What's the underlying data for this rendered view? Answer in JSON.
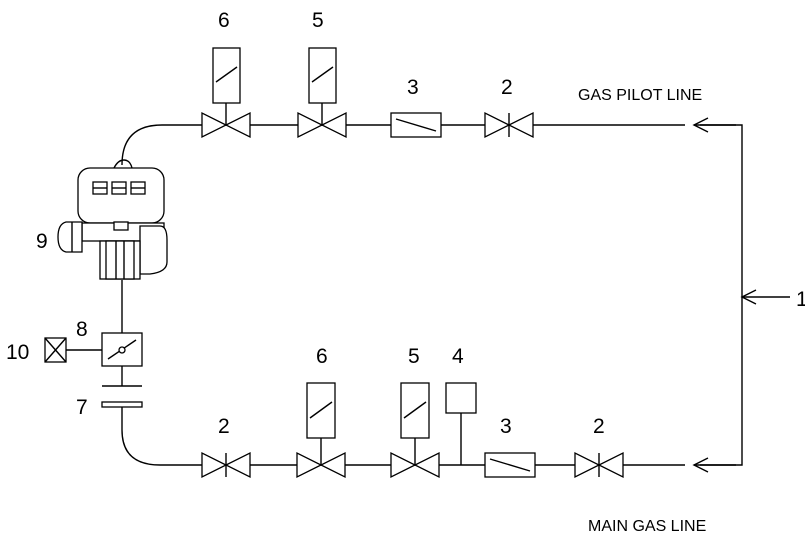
{
  "lines": {
    "pilot_label": "GAS PILOT LINE",
    "main_label": "MAIN GAS LINE"
  },
  "callouts": {
    "inlet": "1",
    "pilot": {
      "valve2": "2",
      "filter3": "3",
      "solenoid5": "5",
      "solenoid6": "6"
    },
    "main": {
      "valve2_right": "2",
      "filter3": "3",
      "switch4": "4",
      "solenoid5": "5",
      "solenoid6": "6",
      "valve2_left": "2"
    },
    "flange7": "7",
    "butterfly8": "8",
    "burner9": "9",
    "actuator10": "10"
  }
}
